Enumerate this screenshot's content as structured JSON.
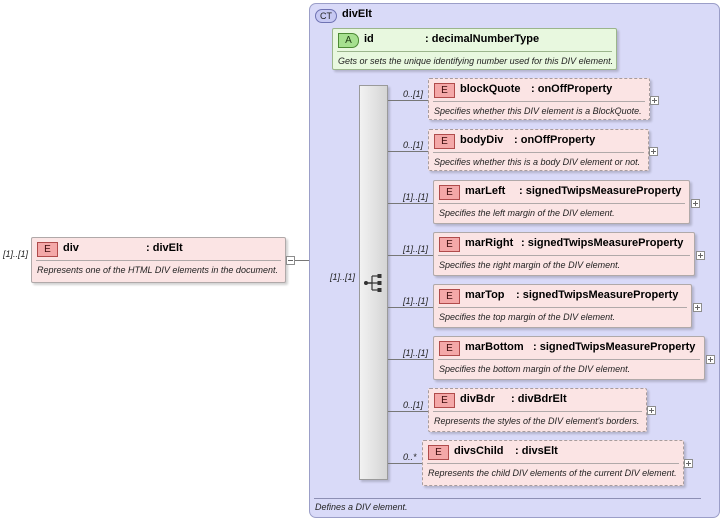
{
  "root": {
    "badge": "E",
    "name": "div",
    "type": ": divElt",
    "multiplicity": "[1]..[1]",
    "description": "Represents one of the HTML DIV elements in the document."
  },
  "complex_type": {
    "badge": "CT",
    "name": "divElt",
    "description": "Defines a DIV element."
  },
  "attribute": {
    "badge": "A",
    "name": "id",
    "type": ": decimalNumberType",
    "description": "Gets or sets the unique identifying number used for this DIV element."
  },
  "sequence": {
    "multiplicity": "[1]..[1]",
    "icon": "sequence-icon"
  },
  "children": [
    {
      "badge": "E",
      "name": "blockQuote",
      "type": ": onOffProperty",
      "multiplicity": "0..[1]",
      "description": "Specifies whether this DIV element is a BlockQuote.",
      "optional": true
    },
    {
      "badge": "E",
      "name": "bodyDiv",
      "type": ": onOffProperty",
      "multiplicity": "0..[1]",
      "description": "Specifies whether this is a body DIV element or not.",
      "optional": true
    },
    {
      "badge": "E",
      "name": "marLeft",
      "type": ": signedTwipsMeasureProperty",
      "multiplicity": "[1]..[1]",
      "description": "Specifies the left margin of the DIV element.",
      "optional": false
    },
    {
      "badge": "E",
      "name": "marRight",
      "type": ": signedTwipsMeasureProperty",
      "multiplicity": "[1]..[1]",
      "description": "Specifies the right margin of the DIV element.",
      "optional": false
    },
    {
      "badge": "E",
      "name": "marTop",
      "type": ": signedTwipsMeasureProperty",
      "multiplicity": "[1]..[1]",
      "description": "Specifies the top margin of the DIV element.",
      "optional": false
    },
    {
      "badge": "E",
      "name": "marBottom",
      "type": ": signedTwipsMeasureProperty",
      "multiplicity": "[1]..[1]",
      "description": "Specifies the bottom margin of the DIV element.",
      "optional": false
    },
    {
      "badge": "E",
      "name": "divBdr",
      "type": ": divBdrElt",
      "multiplicity": "0..[1]",
      "description": "Represents the styles of the DIV element's borders.",
      "optional": true
    },
    {
      "badge": "E",
      "name": "divsChild",
      "type": ": divsElt",
      "multiplicity": "0..*",
      "description": "Represents the child DIV elements of the current DIV element.",
      "optional": true
    }
  ]
}
